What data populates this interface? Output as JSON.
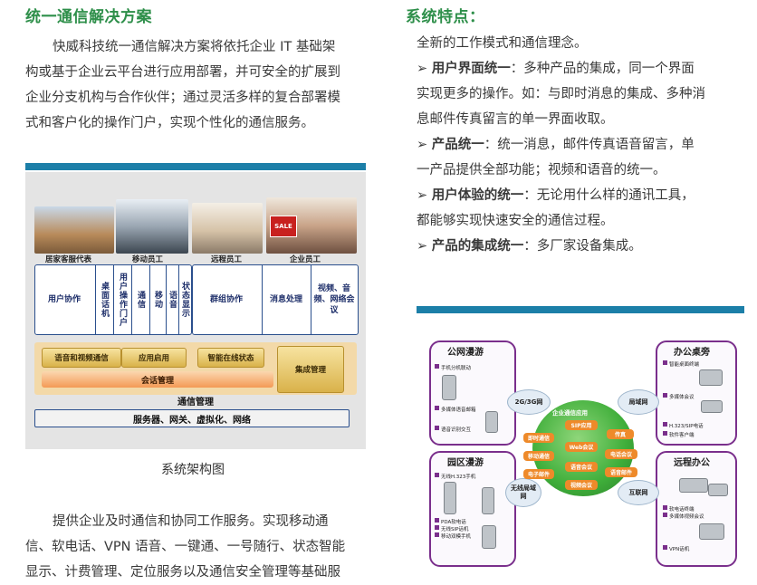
{
  "left": {
    "heading": "统一通信解决方案",
    "intro_lines": [
      "快威科技统一通信解决方案将依托企业 IT 基础架",
      "构或基于企业云平台进行应用部署，并可安全的扩展到",
      "企业分支机构与合作伙伴；通过灵活多样的复合部署模",
      "式和客户化的操作门户，实现个性化的通信服务。"
    ],
    "diagram": {
      "roles": [
        "居家客服代表",
        "移动员工",
        "远程员工",
        "企业员工"
      ],
      "top_left": {
        "user_collab": "用户协作",
        "vertical_items": [
          "桌面话机",
          "用户操作门户",
          "通信",
          "移动",
          "语音",
          "状态显示"
        ]
      },
      "top_right": {
        "group_collab": "群组协作",
        "messaging": "消息处理",
        "video": "视频、音频、网络会议"
      },
      "gold_items": [
        "语音和视频通信",
        "应用启用",
        "智能在线状态",
        "集成管理"
      ],
      "session_mgmt": "会话管理",
      "comm_mgmt": "通信管理",
      "infra": "服务器、网关、虚拟化、网络"
    },
    "caption": "系统架构图",
    "bottom_lines": [
      "提供企业及时通信和协同工作服务。实现移动通",
      "信、软电话、VPN 语音、一键通、一号随行、状态智能",
      "显示、计费管理、定位服务以及通信安全管理等基础服"
    ]
  },
  "right": {
    "heading": "系统特点：",
    "intro": "全新的工作模式和通信理念。",
    "features": [
      {
        "title": "用户界面统一",
        "lines": [
          "：多种产品的集成，同一个界面",
          "实现更多的操作。如：与即时消息的集成、多种消",
          "息邮件传真留言的单一界面收取。"
        ]
      },
      {
        "title": "产品统一",
        "lines": [
          "：统一消息，邮件传真语音留言，单",
          "一产品提供全部功能；视频和语音的统一。"
        ]
      },
      {
        "title": "用户体验的统一",
        "lines": [
          "：无论用什么样的通讯工具，",
          "都能够实现快速安全的通信过程。"
        ]
      },
      {
        "title": "产品的集成统一",
        "lines": [
          "：多厂家设备集成。"
        ]
      }
    ],
    "bullet": "➢",
    "network": {
      "regions": {
        "public": "公网漫游",
        "office": "办公桌旁",
        "campus": "园区漫游",
        "remote": "远程办公"
      },
      "clouds": {
        "mobile": "2G/3G网",
        "lan": "局域网",
        "wlan": "无线局域网",
        "internet": "互联网"
      },
      "center_title": "企业通信应用",
      "center_items": [
        "SIP应用",
        "即时通信",
        "传真",
        "移动通信",
        "Web会议",
        "电话会议",
        "语音邮件",
        "电子邮件",
        "语音会议",
        "视频会议"
      ],
      "public_items": [
        "手机分机联动",
        "多媒体语音邮箱",
        "语音识别交互"
      ],
      "office_items": [
        "智能桌面终端",
        "多媒体会议",
        "H.323/SIP电话",
        "软件客户端"
      ],
      "campus_items": [
        "无线H.323手机",
        "PDA软电话",
        "无线SIP话机",
        "移动双模手机"
      ],
      "remote_items": [
        "软电话终端",
        "多媒体视频会议",
        "VPN话机"
      ]
    }
  },
  "colors": {
    "heading_green": "#2e8f4a",
    "bar_blue": "#1c7fa8",
    "region_purple": "#7a2f8c",
    "accent_orange": "#ee8a2a",
    "center_green": "#3fae3a"
  }
}
